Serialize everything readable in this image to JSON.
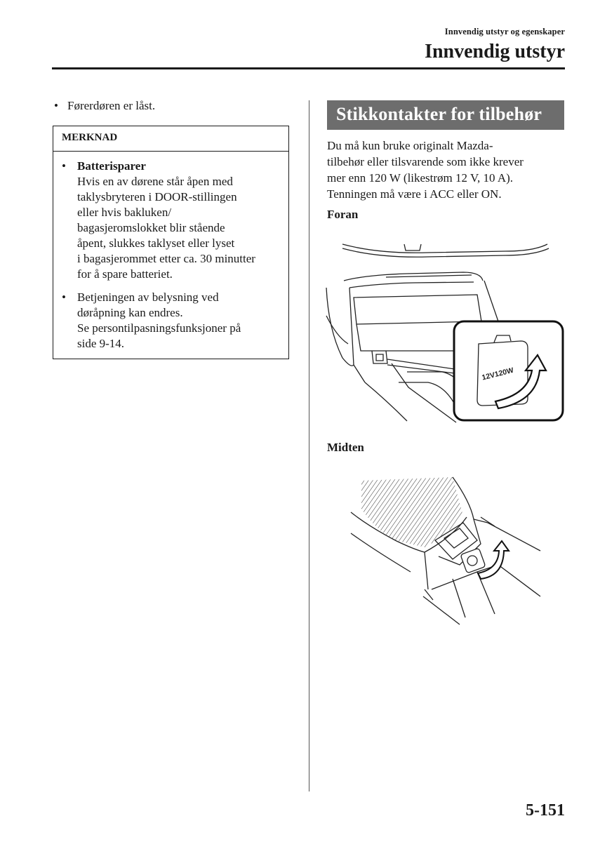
{
  "header": {
    "section": "Innvendig utstyr og egenskaper",
    "title": "Innvendig utstyr"
  },
  "left": {
    "bullet": "Førerdøren er låst.",
    "note": {
      "heading": "MERKNAD",
      "items": [
        {
          "title": "Batterisparer",
          "lines": [
            "Hvis en av dørene står åpen med",
            "taklysbryteren i DOOR-stillingen",
            "eller hvis bakluken/",
            "bagasjeromslokket blir stående",
            "åpent, slukkes taklyset eller lyset",
            "i bagasjerommet etter ca. 30 minutter",
            "for å spare batteriet."
          ]
        },
        {
          "lines": [
            "Betjeningen av belysning ved",
            "døråpning kan endres.",
            "Se persontilpasningsfunksjoner på",
            "side 9-14."
          ]
        }
      ]
    }
  },
  "right": {
    "section_title": "Stikkontakter for tilbehør",
    "paragraph": [
      "Du må kun bruke originalt Mazda-",
      "tilbehør eller tilsvarende som ikke krever",
      "mer enn 120 W (likestrøm 12 V, 10 A).",
      "Tenningen må være i ACC eller ON."
    ],
    "front_label": "Foran",
    "front_socket_label": "12V120W",
    "middle_label": "Midten"
  },
  "footer": {
    "page_number": "5-151"
  }
}
